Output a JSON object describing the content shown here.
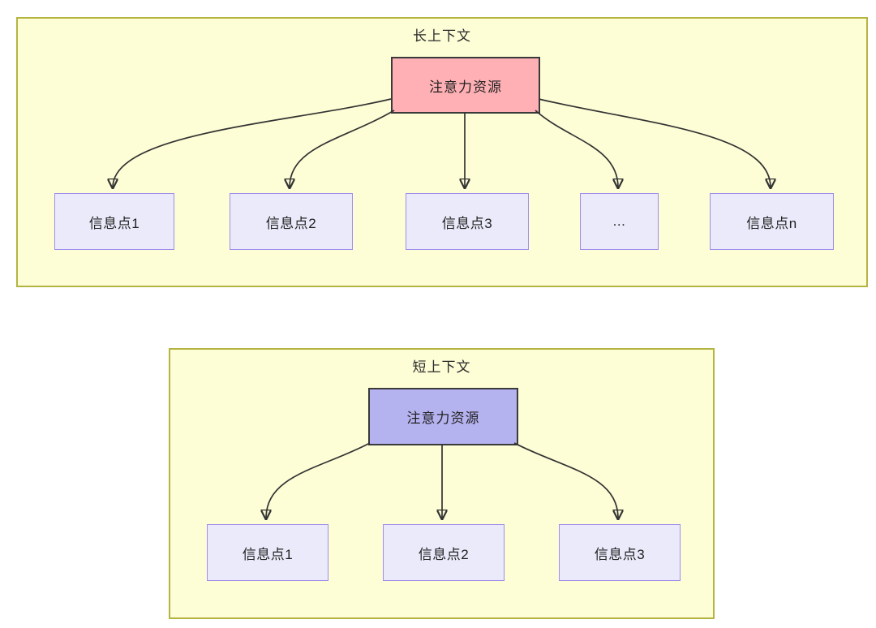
{
  "long_context": {
    "title": "长上下文",
    "attention_label": "注意力资源",
    "info_points": [
      "信息点1",
      "信息点2",
      "信息点3",
      "...",
      "信息点n"
    ]
  },
  "short_context": {
    "title": "短上下文",
    "attention_label": "注意力资源",
    "info_points": [
      "信息点1",
      "信息点2",
      "信息点3"
    ]
  },
  "colors": {
    "container_fill": "#fdfdd6",
    "container_border": "#b4b443",
    "attention_long_fill": "#ffb0b4",
    "attention_short_fill": "#b5b2f0",
    "attention_border": "#3a3a3a",
    "info_fill": "#eaeafb",
    "info_border": "#a08ceb",
    "arrow": "#333333",
    "text": "#222222"
  }
}
